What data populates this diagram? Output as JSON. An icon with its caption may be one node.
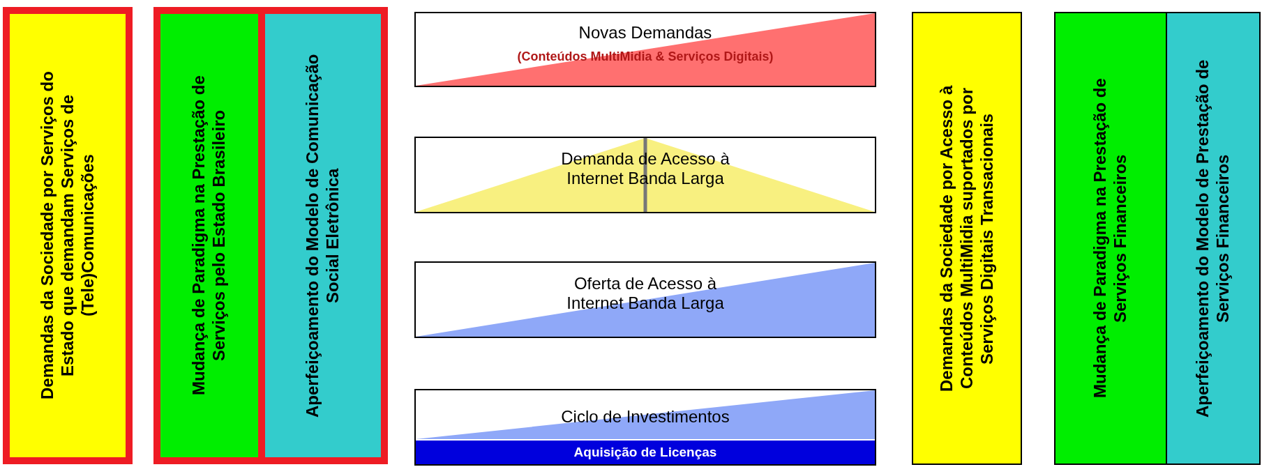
{
  "diagram": {
    "nodes": [
      {
        "text": [
          "Demandas da Sociedade por Serviços do Estado que demandam Serviços de (Tele)Comunicações"
        ]
      },
      {
        "text": [],
        "shape": "box"
      },
      {
        "text": [
          "Mudança de Paradigma na Prestação de Serviços pelo Estado Brasileiro"
        ],
        "in": 1
      },
      {
        "text": [
          "Aperfeiçoamento do Modelo de Comunicação Social Eletrônica"
        ],
        "in": 1
      },
      {
        "text": [
          "Novas Demandas",
          "(Conteúdos MultiMidia & Serviços Digitais)"
        ]
      },
      {
        "text": [
          "Demanda de Acesso à Internet Banda Larga"
        ]
      },
      {
        "text": [
          "Oferta de Acesso à Internet Banda Larga"
        ]
      },
      {
        "text": [
          "Ciclo de Investimentos"
        ]
      },
      {
        "text": [
          "Aquisição de Licenças"
        ],
        "in": 7
      },
      {
        "text": [
          "Demandas da Sociedade por Acesso à Conteúdos MultiMidia suportados por Serviços Digitais Transacionais"
        ]
      },
      {
        "text": [],
        "shape": "box"
      },
      {
        "text": [
          "Mudança de Paradigma na Prestação de Serviços Financeiros"
        ],
        "in": 10
      },
      {
        "text": [
          "Aperfeiçoamento do Modelo de Prestação de Serviços Financeiros"
        ],
        "in": 10
      }
    ]
  }
}
